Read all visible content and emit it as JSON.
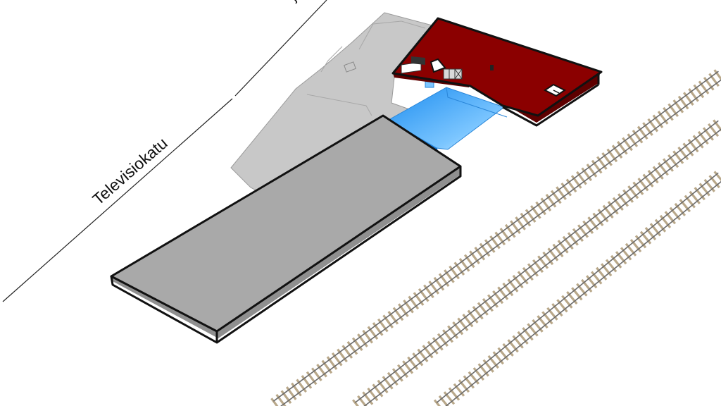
{
  "streets": {
    "main_label": "Televisiokatu",
    "top_label_fragment": "ja"
  },
  "colors": {
    "background": "#ffffff",
    "existing_building": "#c8c8c8",
    "new_platform": "#a9a9a9",
    "platform_side": "#8f8f8f",
    "red_building": "#8b0000",
    "red_building_side": "#5e0000",
    "glass_bridge": "#3aa0f0",
    "glass_bridge_light": "#bfe3ff",
    "rail_sleeper": "#b9a88a",
    "rail": "#6a6a6a"
  },
  "icons": {
    "equipment": "equipment-icon",
    "monitor": "monitor-icon",
    "small-square": "marker-icon"
  },
  "tracks": {
    "count": 3
  }
}
